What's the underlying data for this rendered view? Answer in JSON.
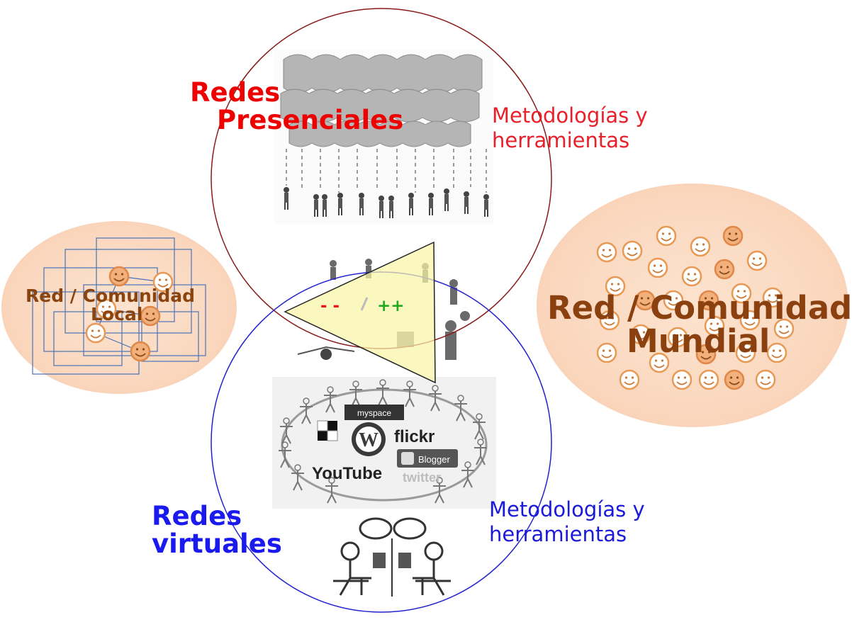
{
  "labels": {
    "redes_presenciales": [
      "Redes",
      "Presenciales"
    ],
    "metodologias_top": [
      "Metodologías y",
      "herramientas"
    ],
    "redes_virtuales": [
      "Redes",
      "virtuales"
    ],
    "metodologias_bottom": [
      "Metodologías y",
      "herramientas"
    ],
    "red_local": [
      "Red / Comunidad",
      "Local"
    ],
    "red_mundial": [
      "Red / Comunidad",
      "Mundial"
    ],
    "minus": "- -",
    "plus": "++"
  },
  "logos": [
    "myspace",
    "flickr",
    "Blogger",
    "YouTube",
    "twitter"
  ],
  "colors": {
    "presenciales_circle": "#8b1a1a",
    "virtuales_circle": "#2222cc",
    "presenciales_text": "#ee0000",
    "virtuales_text": "#1a1aee",
    "community_fill": "#fbdcc6",
    "community_text": "#8b4010",
    "triangle_fill": "#faf5a6",
    "smiley_stroke": "#e69a55",
    "smiley_fill_dark": "#f2b07c"
  }
}
